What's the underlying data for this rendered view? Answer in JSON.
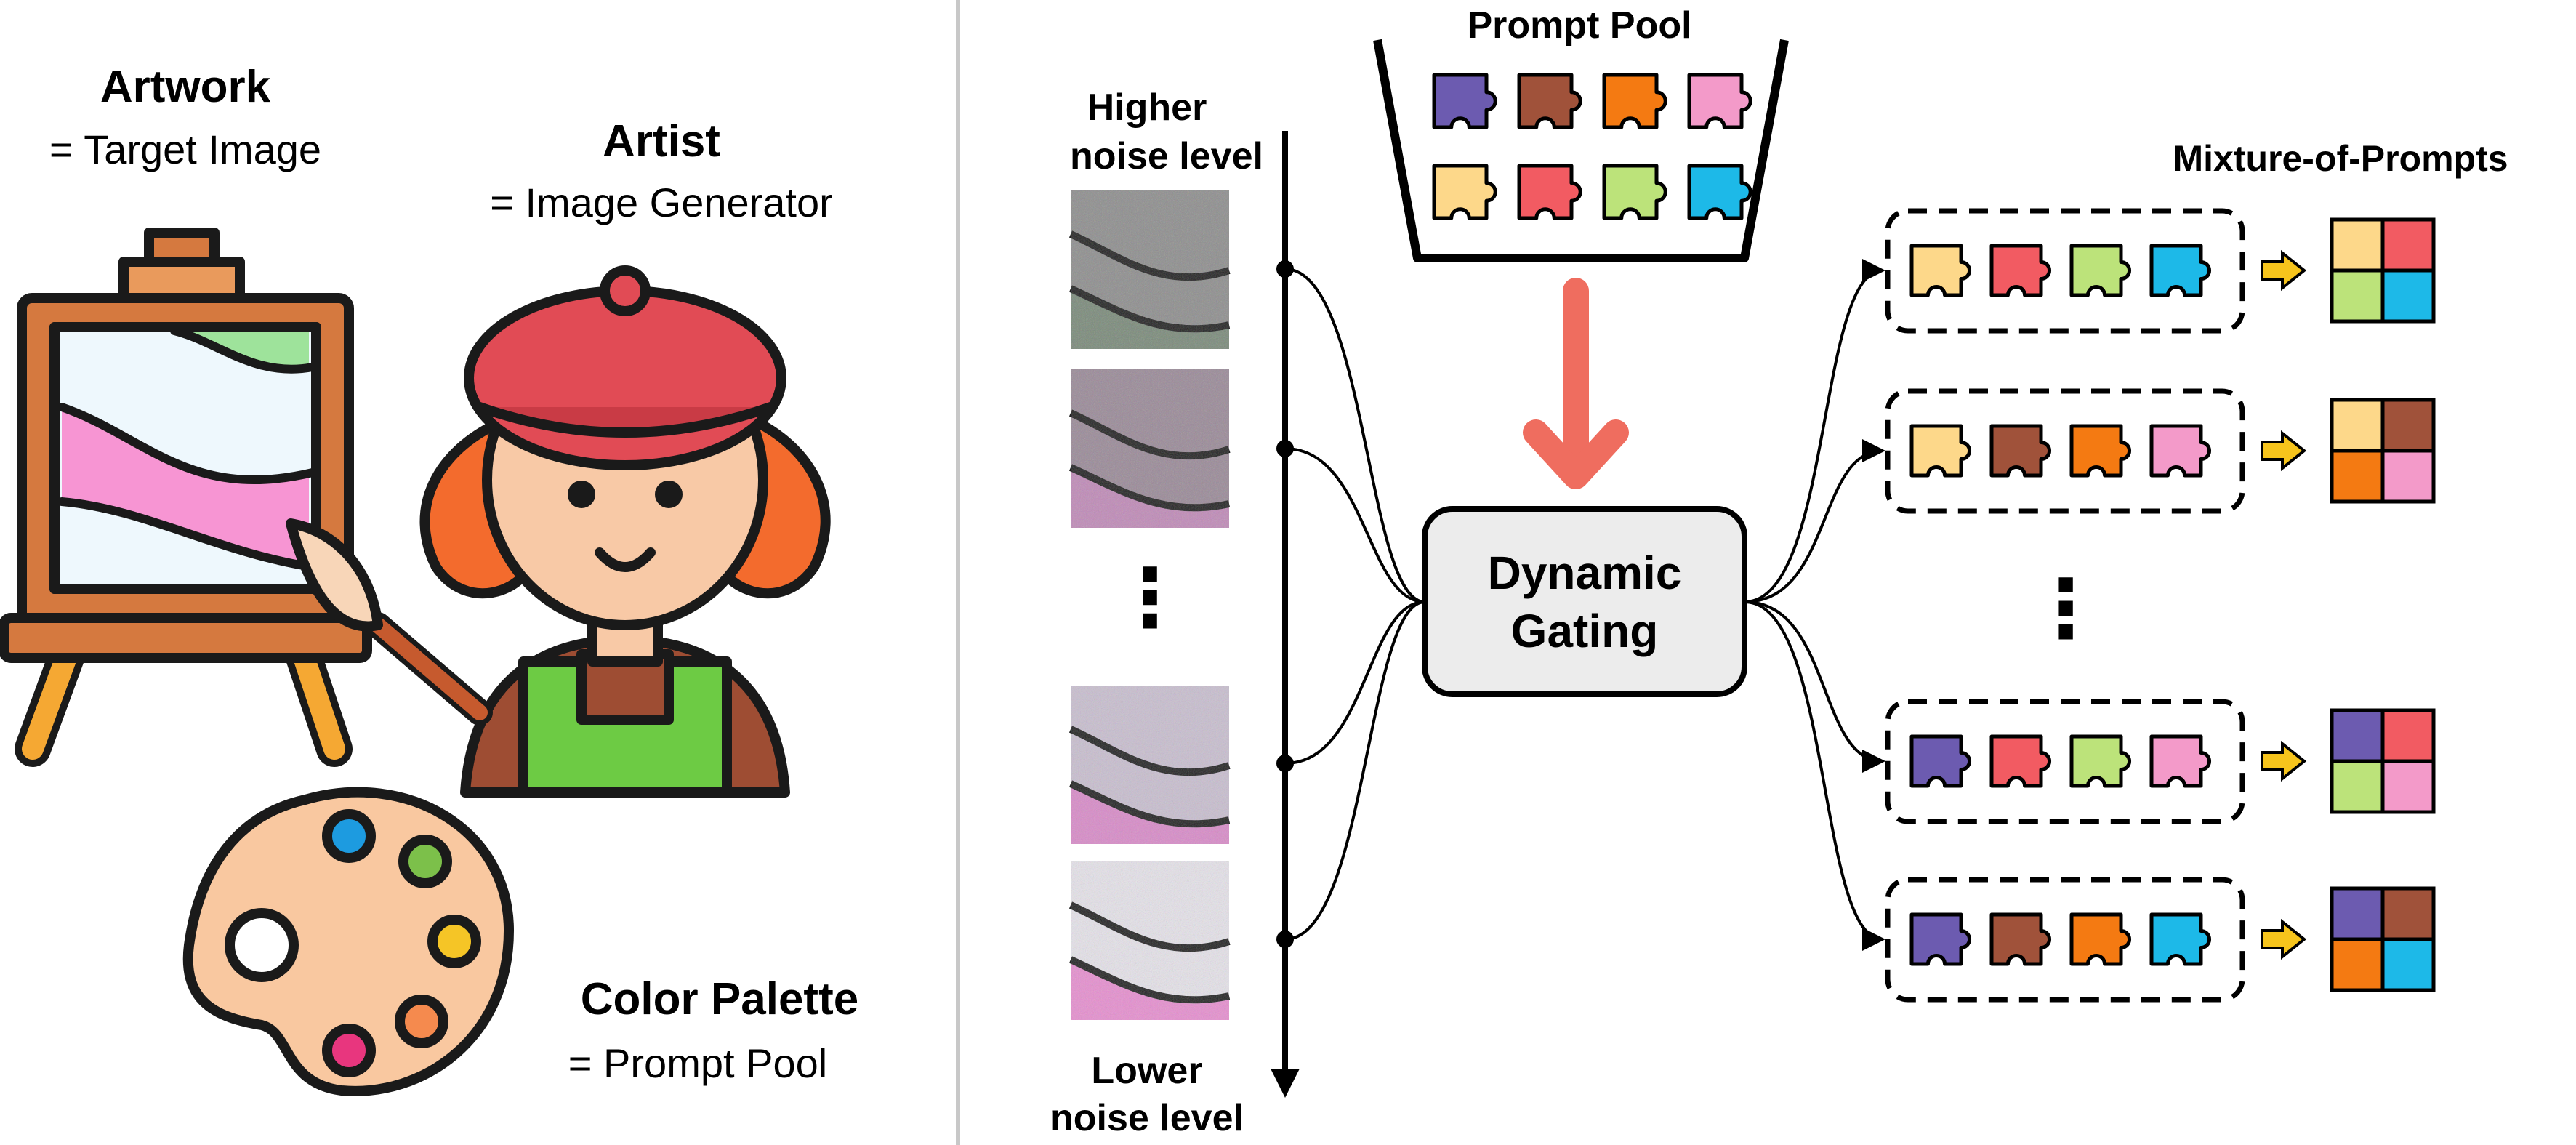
{
  "left_panel": {
    "artwork_title": "Artwork",
    "artwork_subtitle": "= Target Image",
    "artist_title": "Artist",
    "artist_subtitle": "= Image Generator",
    "palette_title": "Color Palette",
    "palette_subtitle": "= Prompt Pool"
  },
  "right_panel": {
    "higher_noise_line1": "Higher",
    "higher_noise_line2": "noise level",
    "lower_noise_line1": "Lower",
    "lower_noise_line2": "noise level",
    "prompt_pool_title": "Prompt Pool",
    "gating_line1": "Dynamic",
    "gating_line2": "Gating",
    "mixture_title": "Mixture-of-Prompts",
    "ellipsis": "⋮"
  },
  "colors": {
    "purple": "#6C5BB0",
    "brown": "#A0523A",
    "orange": "#F47A12",
    "pink": "#F39AC9",
    "yellow": "#FDD88A",
    "red": "#F25B62",
    "green": "#BCE37A",
    "cyan": "#1DB9E8",
    "gating_arrow": "#EF6D5F",
    "yellow_arrow": "#F6C41C"
  },
  "prompt_pool": [
    [
      "purple",
      "brown",
      "orange",
      "pink"
    ],
    [
      "yellow",
      "red",
      "green",
      "cyan"
    ]
  ],
  "mixtures": [
    [
      "yellow",
      "red",
      "green",
      "cyan"
    ],
    [
      "yellow",
      "brown",
      "orange",
      "pink"
    ],
    [
      "purple",
      "red",
      "green",
      "pink"
    ],
    [
      "purple",
      "brown",
      "orange",
      "cyan"
    ]
  ]
}
